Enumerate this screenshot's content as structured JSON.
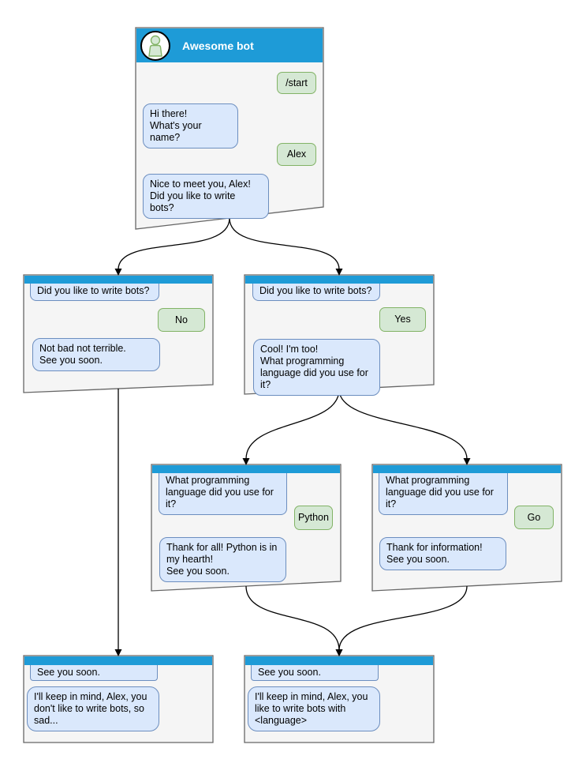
{
  "colors": {
    "header_blue": "#1e9bd7",
    "window_fill": "#f5f5f5",
    "window_stroke": "#666666",
    "bot_bubble_fill": "#dae8fc",
    "bot_bubble_stroke": "#6c8ebf",
    "user_bubble_fill": "#d5e8d4",
    "user_bubble_stroke": "#82b366",
    "arrow": "#000000",
    "title_text": "#ffffff"
  },
  "windows": {
    "root": {
      "title": "Awesome bot",
      "avatar_icon": "person-icon",
      "cmd_start": "/start",
      "bot_greeting": "Hi there!\nWhat's your name?",
      "user_name": "Alex",
      "bot_question": "Nice to meet you, Alex!\nDid you like to write bots?"
    },
    "no_branch": {
      "context": "Did you like to write bots?",
      "user_answer": "No",
      "bot_reply": "Not bad not terrible.\nSee you soon."
    },
    "yes_branch": {
      "context": "Did you like to write bots?",
      "user_answer": "Yes",
      "bot_reply": "Cool! I'm too!\nWhat programming\nlanguage did you use for it?"
    },
    "python_branch": {
      "context": "What programming\nlanguage did you use for it?",
      "user_answer": "Python",
      "bot_reply": "Thank for all! Python is in\nmy hearth!\nSee you soon."
    },
    "go_branch": {
      "context": "What programming\nlanguage did you use for it?",
      "user_answer": "Go",
      "bot_reply": "Thank for information!\nSee you soon."
    },
    "end_no": {
      "context": "See you soon.",
      "bot_reply": "I'll keep in mind, Alex, you\ndon't like to write bots, so\nsad..."
    },
    "end_yes": {
      "context": "See you soon.",
      "bot_reply": "I'll keep in mind, Alex, you\nlike to write bots with\n<language>"
    }
  }
}
